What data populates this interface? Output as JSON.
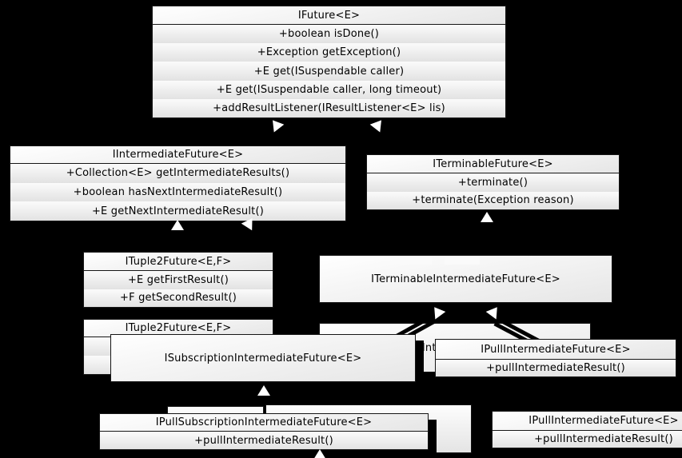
{
  "diagram": {
    "kind": "uml-interface-hierarchy",
    "colors": {
      "background": "#000000",
      "box_fill_light": "#fcfcfc",
      "box_fill_dark": "#e0e0e0",
      "box_border": "#161616",
      "text": "#000000",
      "arrowhead_fill": "#ffffff"
    },
    "classes": {
      "ifuture": {
        "name": "IFuture<E>",
        "methods": [
          "+boolean isDone()",
          "+Exception getException()",
          "+E get(ISuspendable caller)",
          "+E get(ISuspendable caller, long timeout)",
          "+addResultListener(IResultListener<E> lis)"
        ]
      },
      "iintermediatefuture": {
        "name": "IIntermediateFuture<E>",
        "methods": [
          "+Collection<E> getIntermediateResults()",
          "+boolean hasNextIntermediateResult()",
          "+E getNextIntermediateResult()"
        ]
      },
      "iterminablefuture": {
        "name": "ITerminableFuture<E>",
        "methods": [
          "+terminate()",
          "+terminate(Exception reason)"
        ]
      },
      "ituple2future": {
        "name": "ITuple2Future<E,F>",
        "methods": [
          "+E getFirstResult()",
          "+F getSecondResult()"
        ]
      },
      "ituple2future_hidden": {
        "name": "ITuple2Future<E,F>",
        "methods": [
          "+E getFirstResult()",
          "+F getSecondResult()"
        ]
      },
      "iterminableintermediatefuture": {
        "name": "ITerminableIntermediateFuture<E>",
        "methods": []
      },
      "iterminableintermediatefuture_hidden": {
        "name": "ITerminableIntermediateFuture<E>",
        "methods": []
      },
      "isubscriptionintermediatefuture": {
        "name": "ISubscriptionIntermediateFuture<E>",
        "methods": []
      },
      "ipullintermediatefuture": {
        "name": "IPullIntermediateFuture<E>",
        "methods": [
          "+pullIntermediateResult()"
        ]
      },
      "ipullintermediatefuture_bottom": {
        "name": "IPullIntermediateFuture<E>",
        "methods": [
          "+pullIntermediateResult()"
        ]
      },
      "ipullsubscriptionintermediatefuture": {
        "name": "IPullSubscriptionIntermediateFuture<E>",
        "methods": [
          "+pullIntermediateResult()"
        ]
      }
    },
    "relationships": [
      {
        "from": "IIntermediateFuture<E>",
        "to": "IFuture<E>",
        "type": "generalization"
      },
      {
        "from": "ITerminableFuture<E>",
        "to": "IFuture<E>",
        "type": "generalization"
      },
      {
        "from": "ITuple2Future<E,F>",
        "to": "IIntermediateFuture<E>",
        "type": "generalization"
      },
      {
        "from": "ITerminableIntermediateFuture<E>",
        "to": "IIntermediateFuture<E>",
        "type": "generalization"
      },
      {
        "from": "ITerminableIntermediateFuture<E>",
        "to": "ITerminableFuture<E>",
        "type": "generalization"
      },
      {
        "from": "ISubscriptionIntermediateFuture<E>",
        "to": "ITerminableIntermediateFuture<E>",
        "type": "generalization"
      },
      {
        "from": "IPullIntermediateFuture<E>",
        "to": "ITerminableIntermediateFuture<E>",
        "type": "generalization"
      },
      {
        "from": "IPullSubscriptionIntermediateFuture<E>",
        "to": "ISubscriptionIntermediateFuture<E>",
        "type": "generalization"
      }
    ]
  }
}
